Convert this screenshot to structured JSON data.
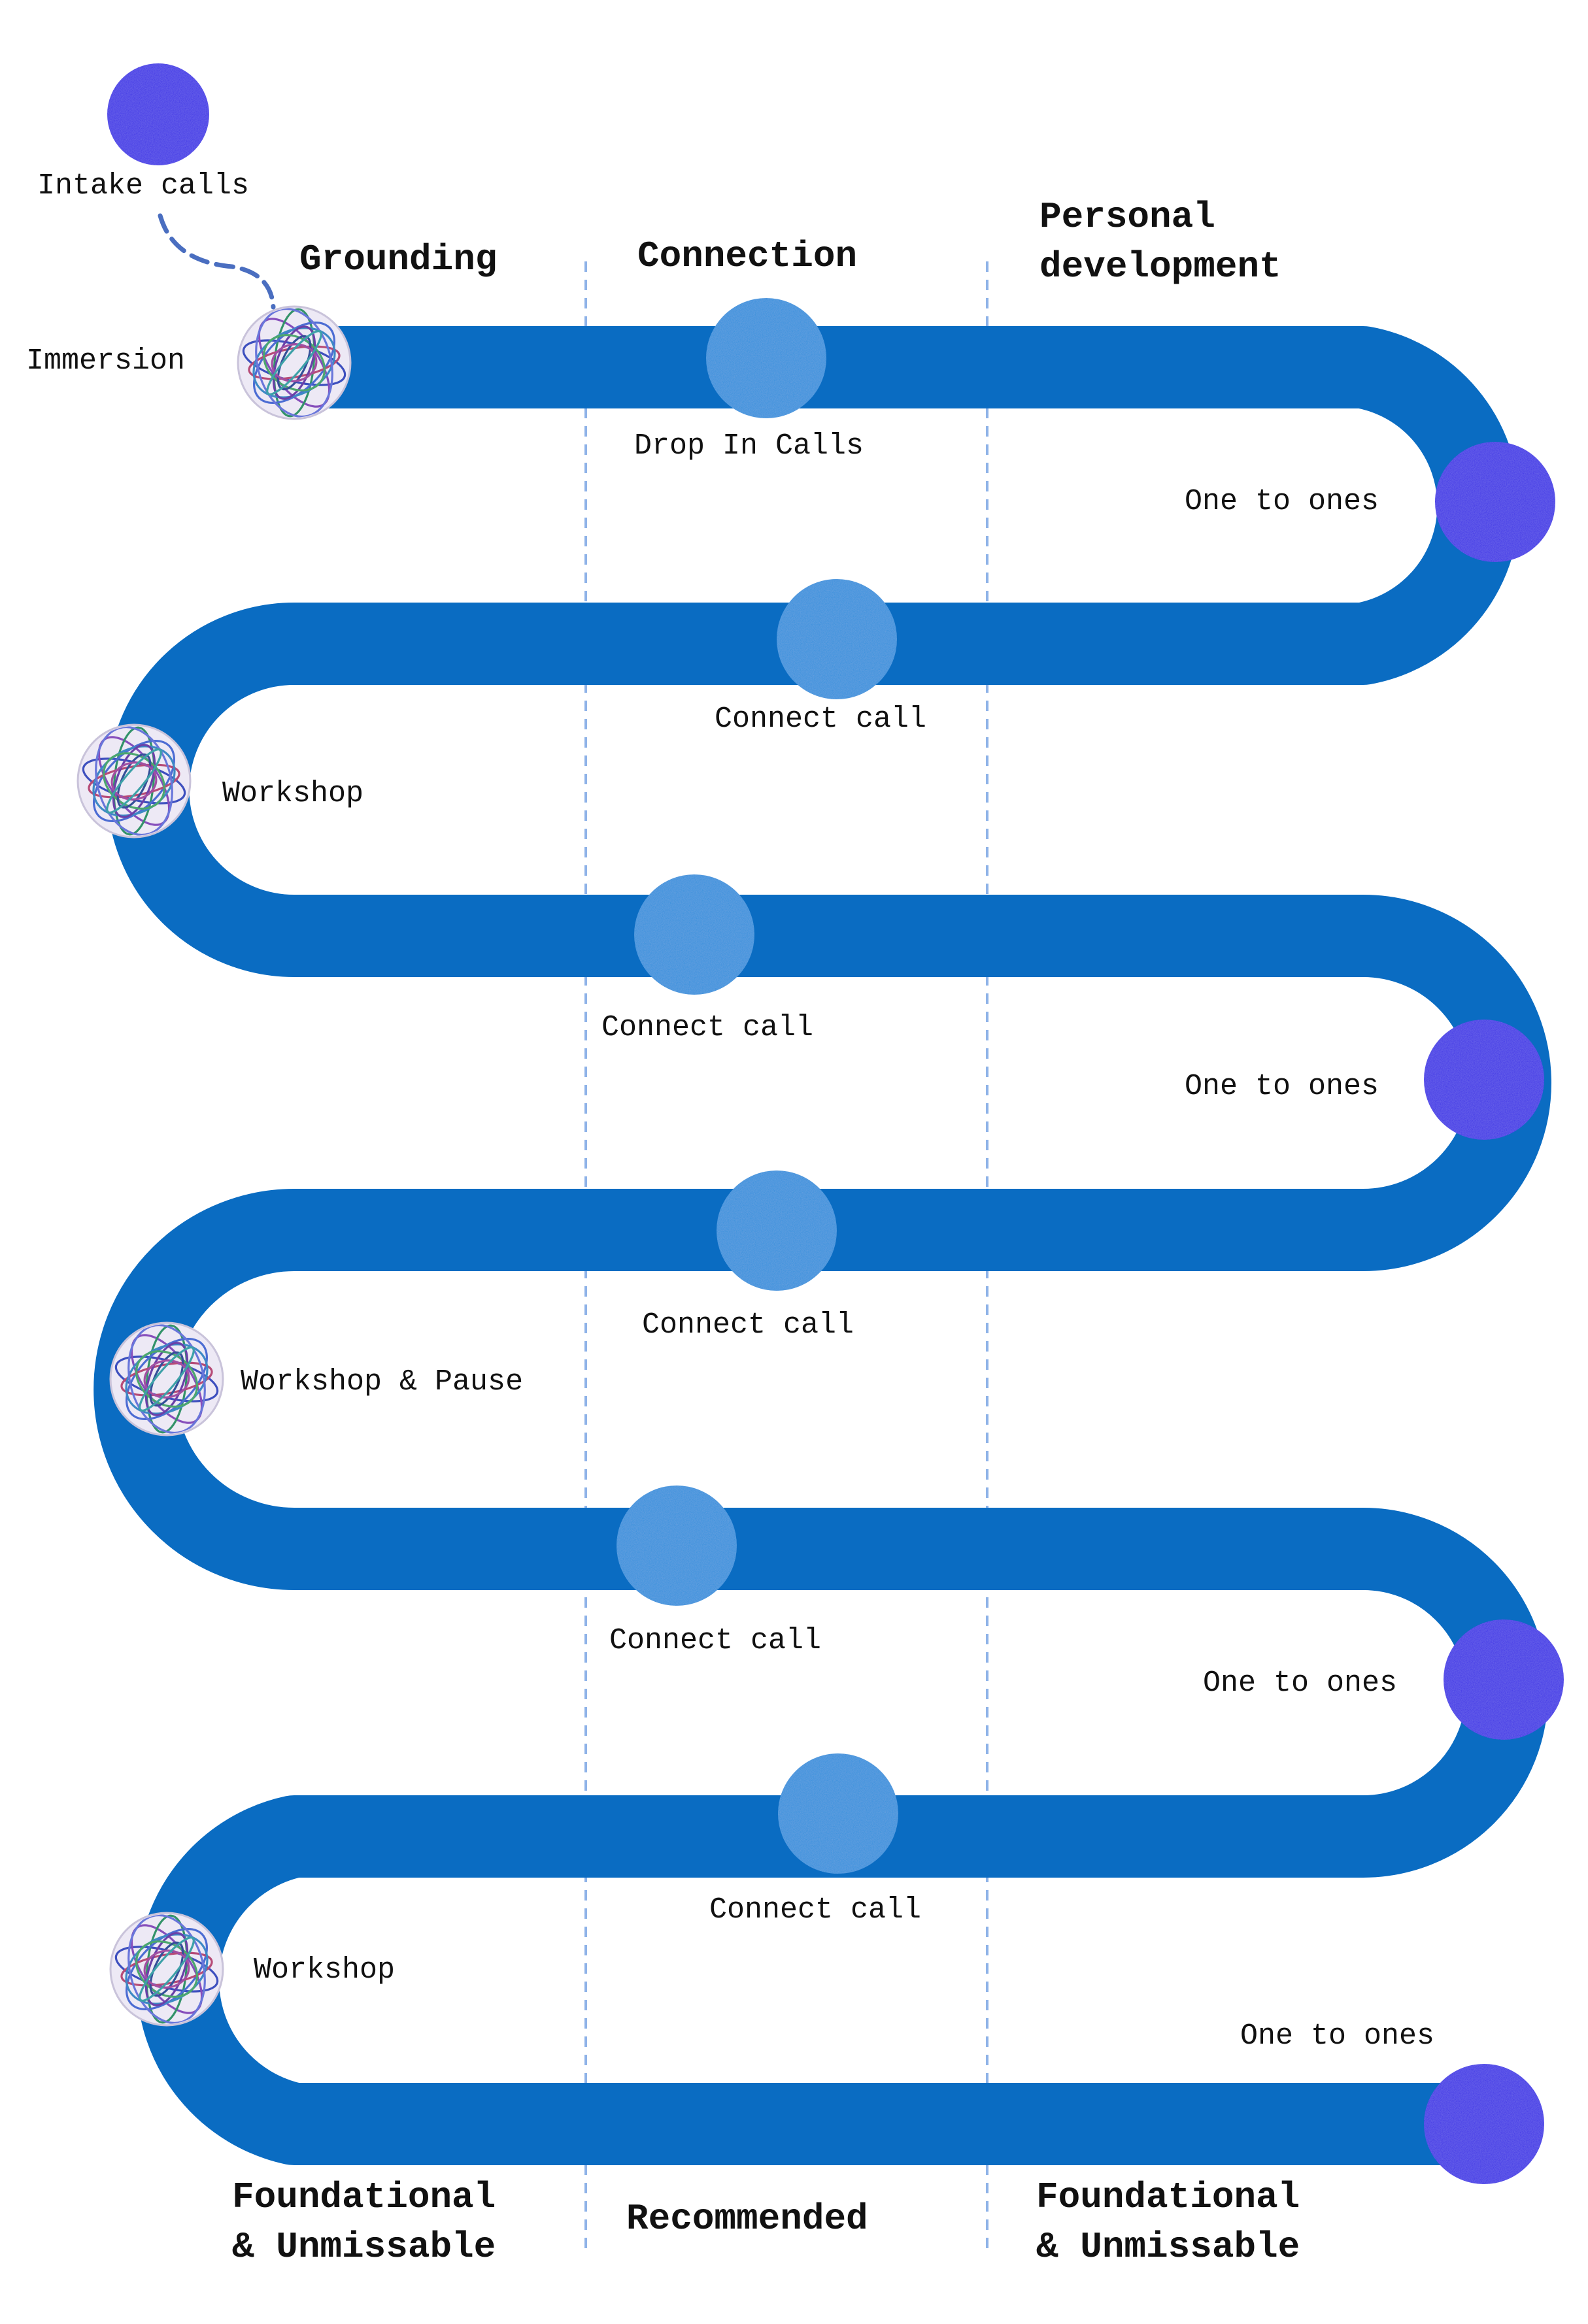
{
  "colors": {
    "track": "#0a6cc2",
    "foundational_dot": "#3a2de6",
    "recommended_dot": "#2f8fdc",
    "divider": "#8fb3e8",
    "connector": "#4a6ec0"
  },
  "headers": {
    "top": [
      "Grounding",
      "Connection",
      "Personal\ndevelopment"
    ],
    "bottom": [
      "Foundational\n& Unmissable",
      "Recommended",
      "Foundational\n& Unmissable"
    ]
  },
  "nodes": [
    {
      "label": "Intake calls",
      "kind": "foundational",
      "icon": "solid-circle-icon"
    },
    {
      "label": "Immersion",
      "kind": "workshop",
      "icon": "yarn-ball-icon"
    },
    {
      "label": "Drop In Calls",
      "kind": "recommended",
      "icon": "solid-circle-icon"
    },
    {
      "label": "One to ones",
      "kind": "foundational",
      "icon": "solid-circle-icon"
    },
    {
      "label": "Connect call",
      "kind": "recommended",
      "icon": "solid-circle-icon"
    },
    {
      "label": "Workshop",
      "kind": "workshop",
      "icon": "yarn-ball-icon"
    },
    {
      "label": "Connect call",
      "kind": "recommended",
      "icon": "solid-circle-icon"
    },
    {
      "label": "One to ones",
      "kind": "foundational",
      "icon": "solid-circle-icon"
    },
    {
      "label": "Connect call",
      "kind": "recommended",
      "icon": "solid-circle-icon"
    },
    {
      "label": "Workshop & Pause",
      "kind": "workshop",
      "icon": "yarn-ball-icon"
    },
    {
      "label": "Connect call",
      "kind": "recommended",
      "icon": "solid-circle-icon"
    },
    {
      "label": "One to ones",
      "kind": "foundational",
      "icon": "solid-circle-icon"
    },
    {
      "label": "Connect call",
      "kind": "recommended",
      "icon": "solid-circle-icon"
    },
    {
      "label": "Workshop",
      "kind": "workshop",
      "icon": "yarn-ball-icon"
    },
    {
      "label": "One to ones",
      "kind": "foundational",
      "icon": "solid-circle-icon"
    }
  ]
}
